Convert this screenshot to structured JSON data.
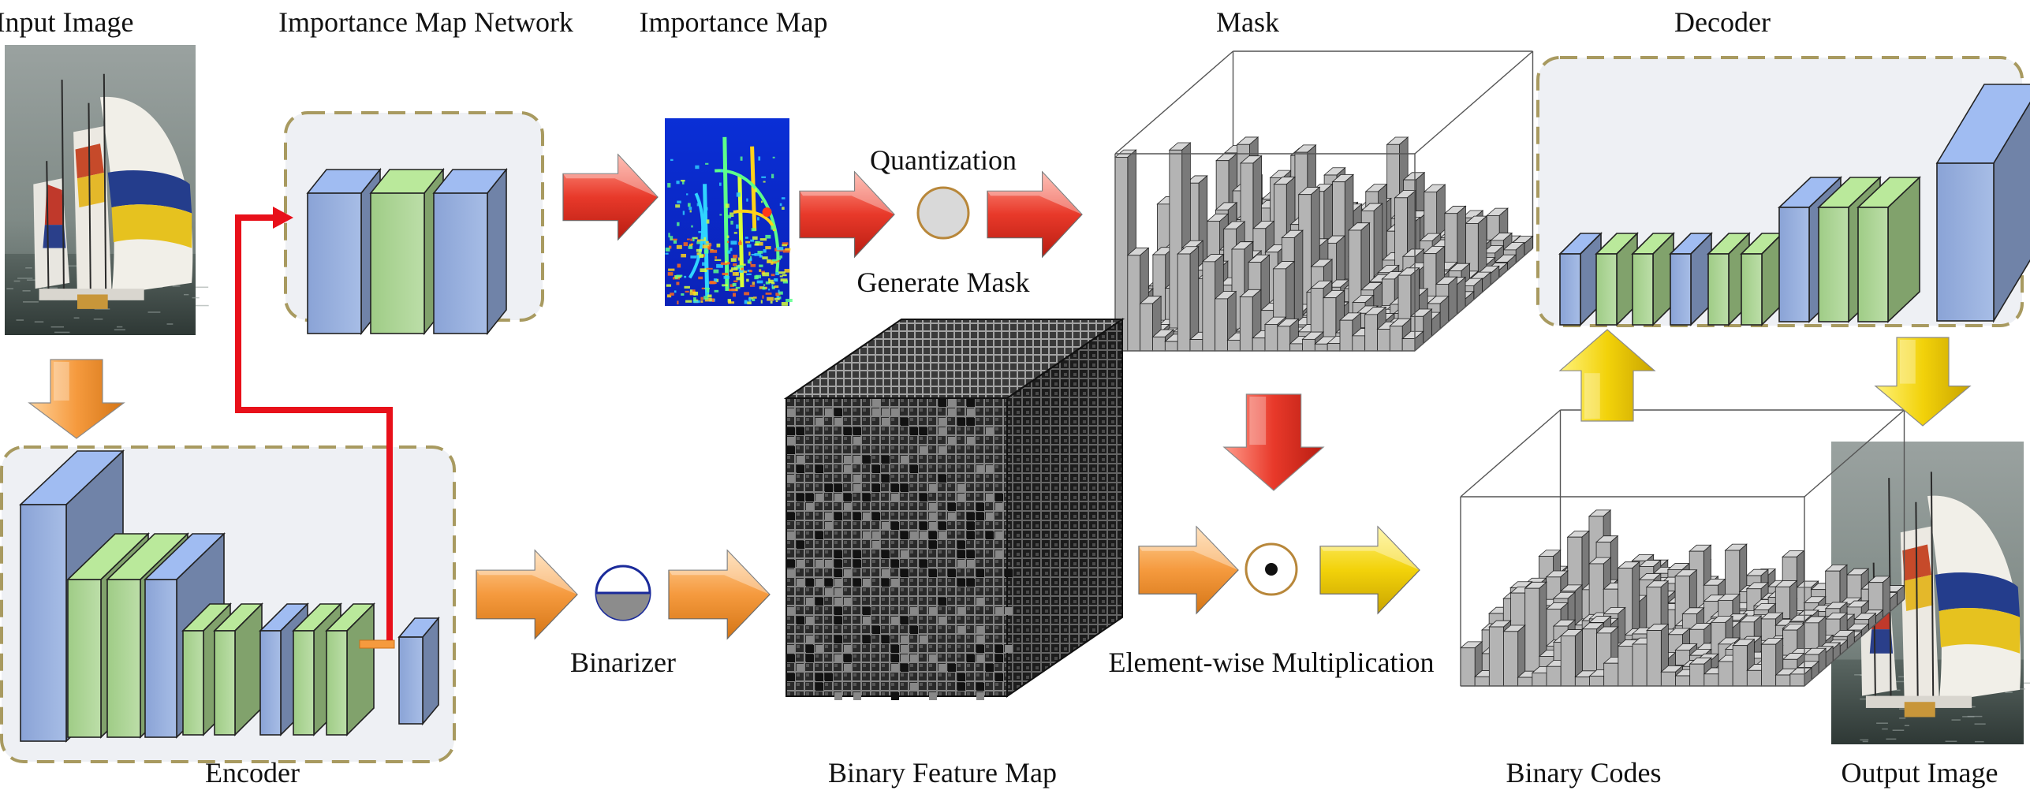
{
  "labels": {
    "input_image": "Input Image",
    "importance_map_network": "Importance Map Network",
    "importance_map": "Importance Map",
    "mask": "Mask",
    "decoder": "Decoder",
    "quantization": "Quantization",
    "generate_mask": "Generate Mask",
    "encoder": "Encoder",
    "binarizer": "Binarizer",
    "binary_feature_map": "Binary Feature Map",
    "element_wise_multiplication": "Element-wise Multiplication",
    "binary_codes": "Binary Codes",
    "output_image": "Output Image"
  },
  "colors": {
    "conv_blue": "#8fa8d8",
    "conv_green": "#a6d08a",
    "panel_border": "#a89a60",
    "panel_fill": "#eef0f4",
    "arrow_red": "#e8392a",
    "arrow_orange": "#f59a3e",
    "arrow_yellow": "#f2d20a",
    "skip_line": "#e8101a"
  }
}
